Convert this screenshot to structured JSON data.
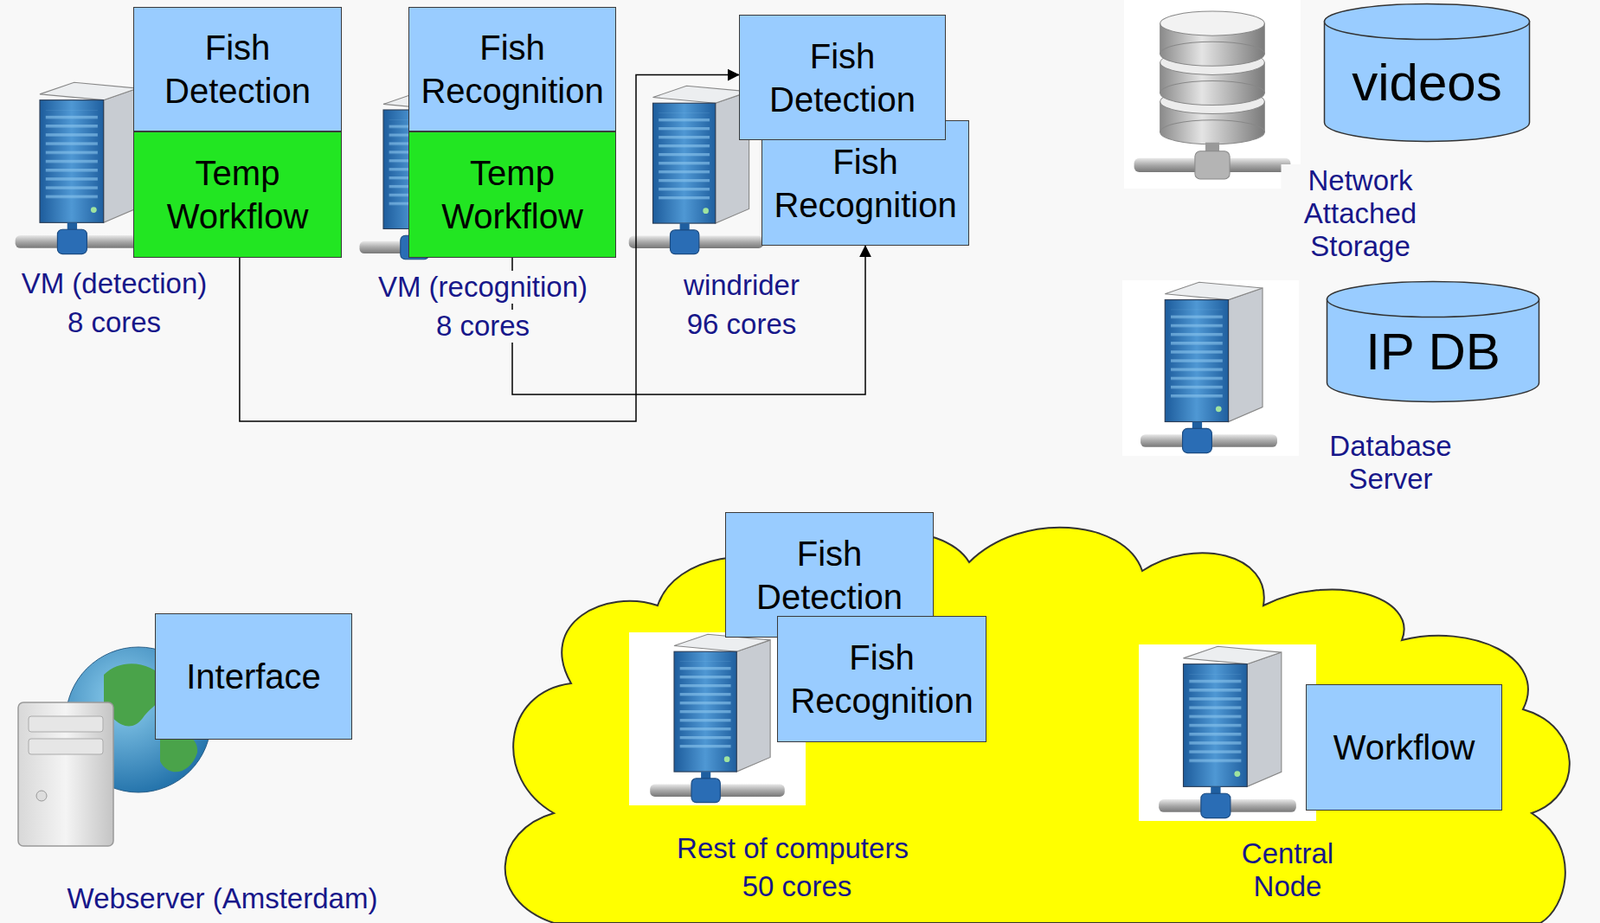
{
  "diagram": {
    "nodes": [
      {
        "text": [
          "Fish Detection"
        ]
      },
      {
        "text": [
          "Temp Workflow"
        ]
      },
      {
        "text": [
          "Fish Recognition"
        ]
      },
      {
        "text": [
          "Temp Workflow"
        ]
      },
      {
        "text": [
          "Fish Detection"
        ]
      },
      {
        "text": [
          "Fish Recognition"
        ]
      },
      {
        "text": [
          "videos"
        ]
      },
      {
        "text": [
          "IP DB"
        ]
      },
      {
        "text": [
          "Interface"
        ]
      },
      {
        "text": [
          "Fish Detection"
        ]
      },
      {
        "text": [
          "Fish Recognition"
        ]
      },
      {
        "text": [
          "Workflow"
        ]
      }
    ],
    "edges": [
      {
        "from": 1,
        "to": 4,
        "arrow": "to"
      },
      {
        "from": 3,
        "to": 5,
        "arrow": "to"
      }
    ],
    "labels": [
      "VM (detection)",
      "8 cores",
      "VM (recognition)",
      "8 cores",
      "windrider",
      "96 cores",
      "Network Attached Storage",
      "Database Server",
      "Webserver (Amsterdam)",
      "Rest of computers",
      "50 cores",
      "Central Node"
    ]
  }
}
